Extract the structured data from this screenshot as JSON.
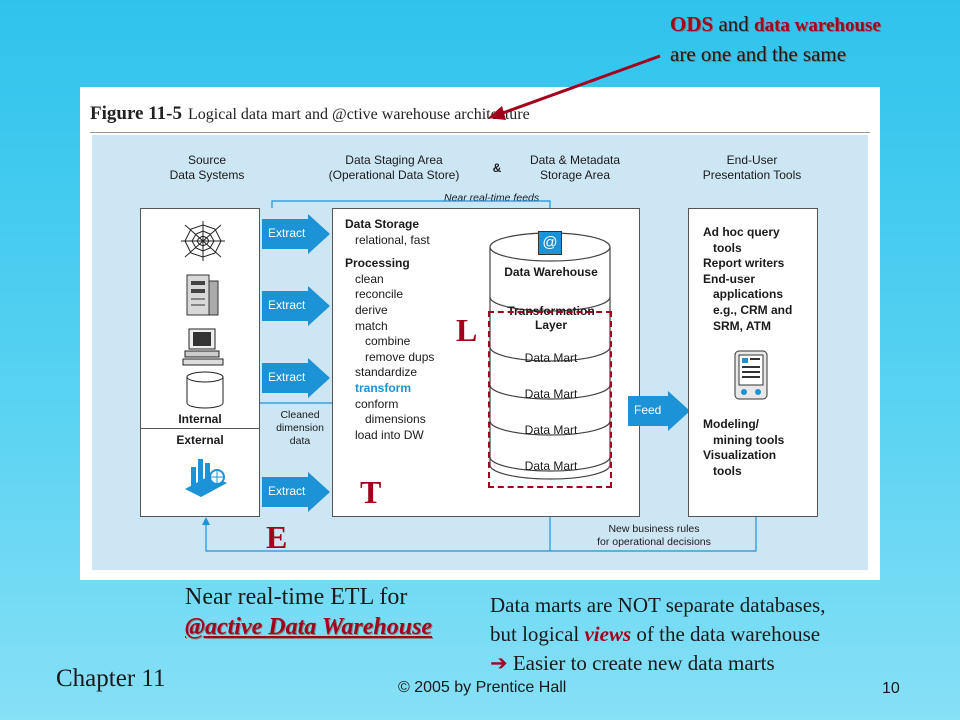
{
  "annotation_top": {
    "ods": "ODS",
    "and": "and",
    "data_warehouse": "data warehouse",
    "line2": "are one and the same"
  },
  "figure": {
    "number": "Figure 11-5",
    "title": "Logical data mart and @ctive warehouse architecture",
    "headers": {
      "source": [
        "Source",
        "Data Systems"
      ],
      "staging": [
        "Data Staging Area",
        "(Operational Data Store)"
      ],
      "amp": "&",
      "metadata": [
        "Data & Metadata",
        "Storage Area"
      ],
      "enduser": [
        "End-User",
        "Presentation Tools"
      ]
    },
    "source_labels": {
      "internal": "Internal",
      "external": "External"
    },
    "extract_label": "Extract",
    "near_realtime_feeds": "Near real-time feeds",
    "cleaned_dimension": [
      "Cleaned",
      "dimension",
      "data"
    ],
    "staging_lines": [
      {
        "text": "Data Storage",
        "style": "bold",
        "indent": 0
      },
      {
        "text": "relational, fast",
        "style": "normal",
        "indent": 1
      },
      {
        "text": "",
        "style": "gap",
        "indent": 0
      },
      {
        "text": "Processing",
        "style": "bold",
        "indent": 0
      },
      {
        "text": "clean",
        "style": "normal",
        "indent": 1
      },
      {
        "text": "reconcile",
        "style": "normal",
        "indent": 1
      },
      {
        "text": "derive",
        "style": "normal",
        "indent": 1
      },
      {
        "text": "match",
        "style": "normal",
        "indent": 1
      },
      {
        "text": "combine",
        "style": "normal",
        "indent": 2
      },
      {
        "text": "remove dups",
        "style": "normal",
        "indent": 2
      },
      {
        "text": "standardize",
        "style": "normal",
        "indent": 1
      },
      {
        "text": "transform",
        "style": "accent",
        "indent": 1
      },
      {
        "text": "conform",
        "style": "normal",
        "indent": 1
      },
      {
        "text": "dimensions",
        "style": "normal",
        "indent": 2
      },
      {
        "text": "load into DW",
        "style": "normal",
        "indent": 1
      }
    ],
    "cylinder": {
      "at_symbol": "@",
      "top_label": "Data Warehouse",
      "transformation": [
        "Transformation",
        "Layer"
      ],
      "marts": [
        "Data Mart",
        "Data Mart",
        "Data Mart",
        "Data Mart"
      ]
    },
    "feed_label": "Feed",
    "enduser_lines": [
      {
        "text": "Ad hoc query",
        "indent": 0
      },
      {
        "text": "tools",
        "indent": 1
      },
      {
        "text": "Report writers",
        "indent": 0
      },
      {
        "text": "End-user",
        "indent": 0
      },
      {
        "text": "applications",
        "indent": 1
      },
      {
        "text": "e.g., CRM and",
        "indent": 1
      },
      {
        "text": "SRM, ATM",
        "indent": 1
      }
    ],
    "enduser_lines_bottom": [
      {
        "text": "Modeling/",
        "indent": 0
      },
      {
        "text": "mining tools",
        "indent": 1
      },
      {
        "text": "Visualization",
        "indent": 0
      },
      {
        "text": "tools",
        "indent": 1
      }
    ],
    "business_rules": [
      "New business rules",
      "for operational decisions"
    ],
    "letters": {
      "l": "L",
      "t": "T",
      "e": "E"
    }
  },
  "caption_left": {
    "line1": "Near real-time ETL for",
    "line2": "@active Data Warehouse"
  },
  "caption_right": {
    "line1": "Data marts are NOT separate databases,",
    "line2_a": "but logical ",
    "line2_em": "views",
    "line2_b": " of the data warehouse",
    "line3_arrow": "➔",
    "line3": " Easier to create new data marts"
  },
  "footer": {
    "chapter": "Chapter 11",
    "copyright": "© 2005 by Prentice Hall",
    "page": "10"
  },
  "colors": {
    "accent_red": "#a3001d",
    "arrow_blue": "#1b93d6",
    "diagram_bg": "#cde6f4",
    "background": "#3cc8ee"
  }
}
